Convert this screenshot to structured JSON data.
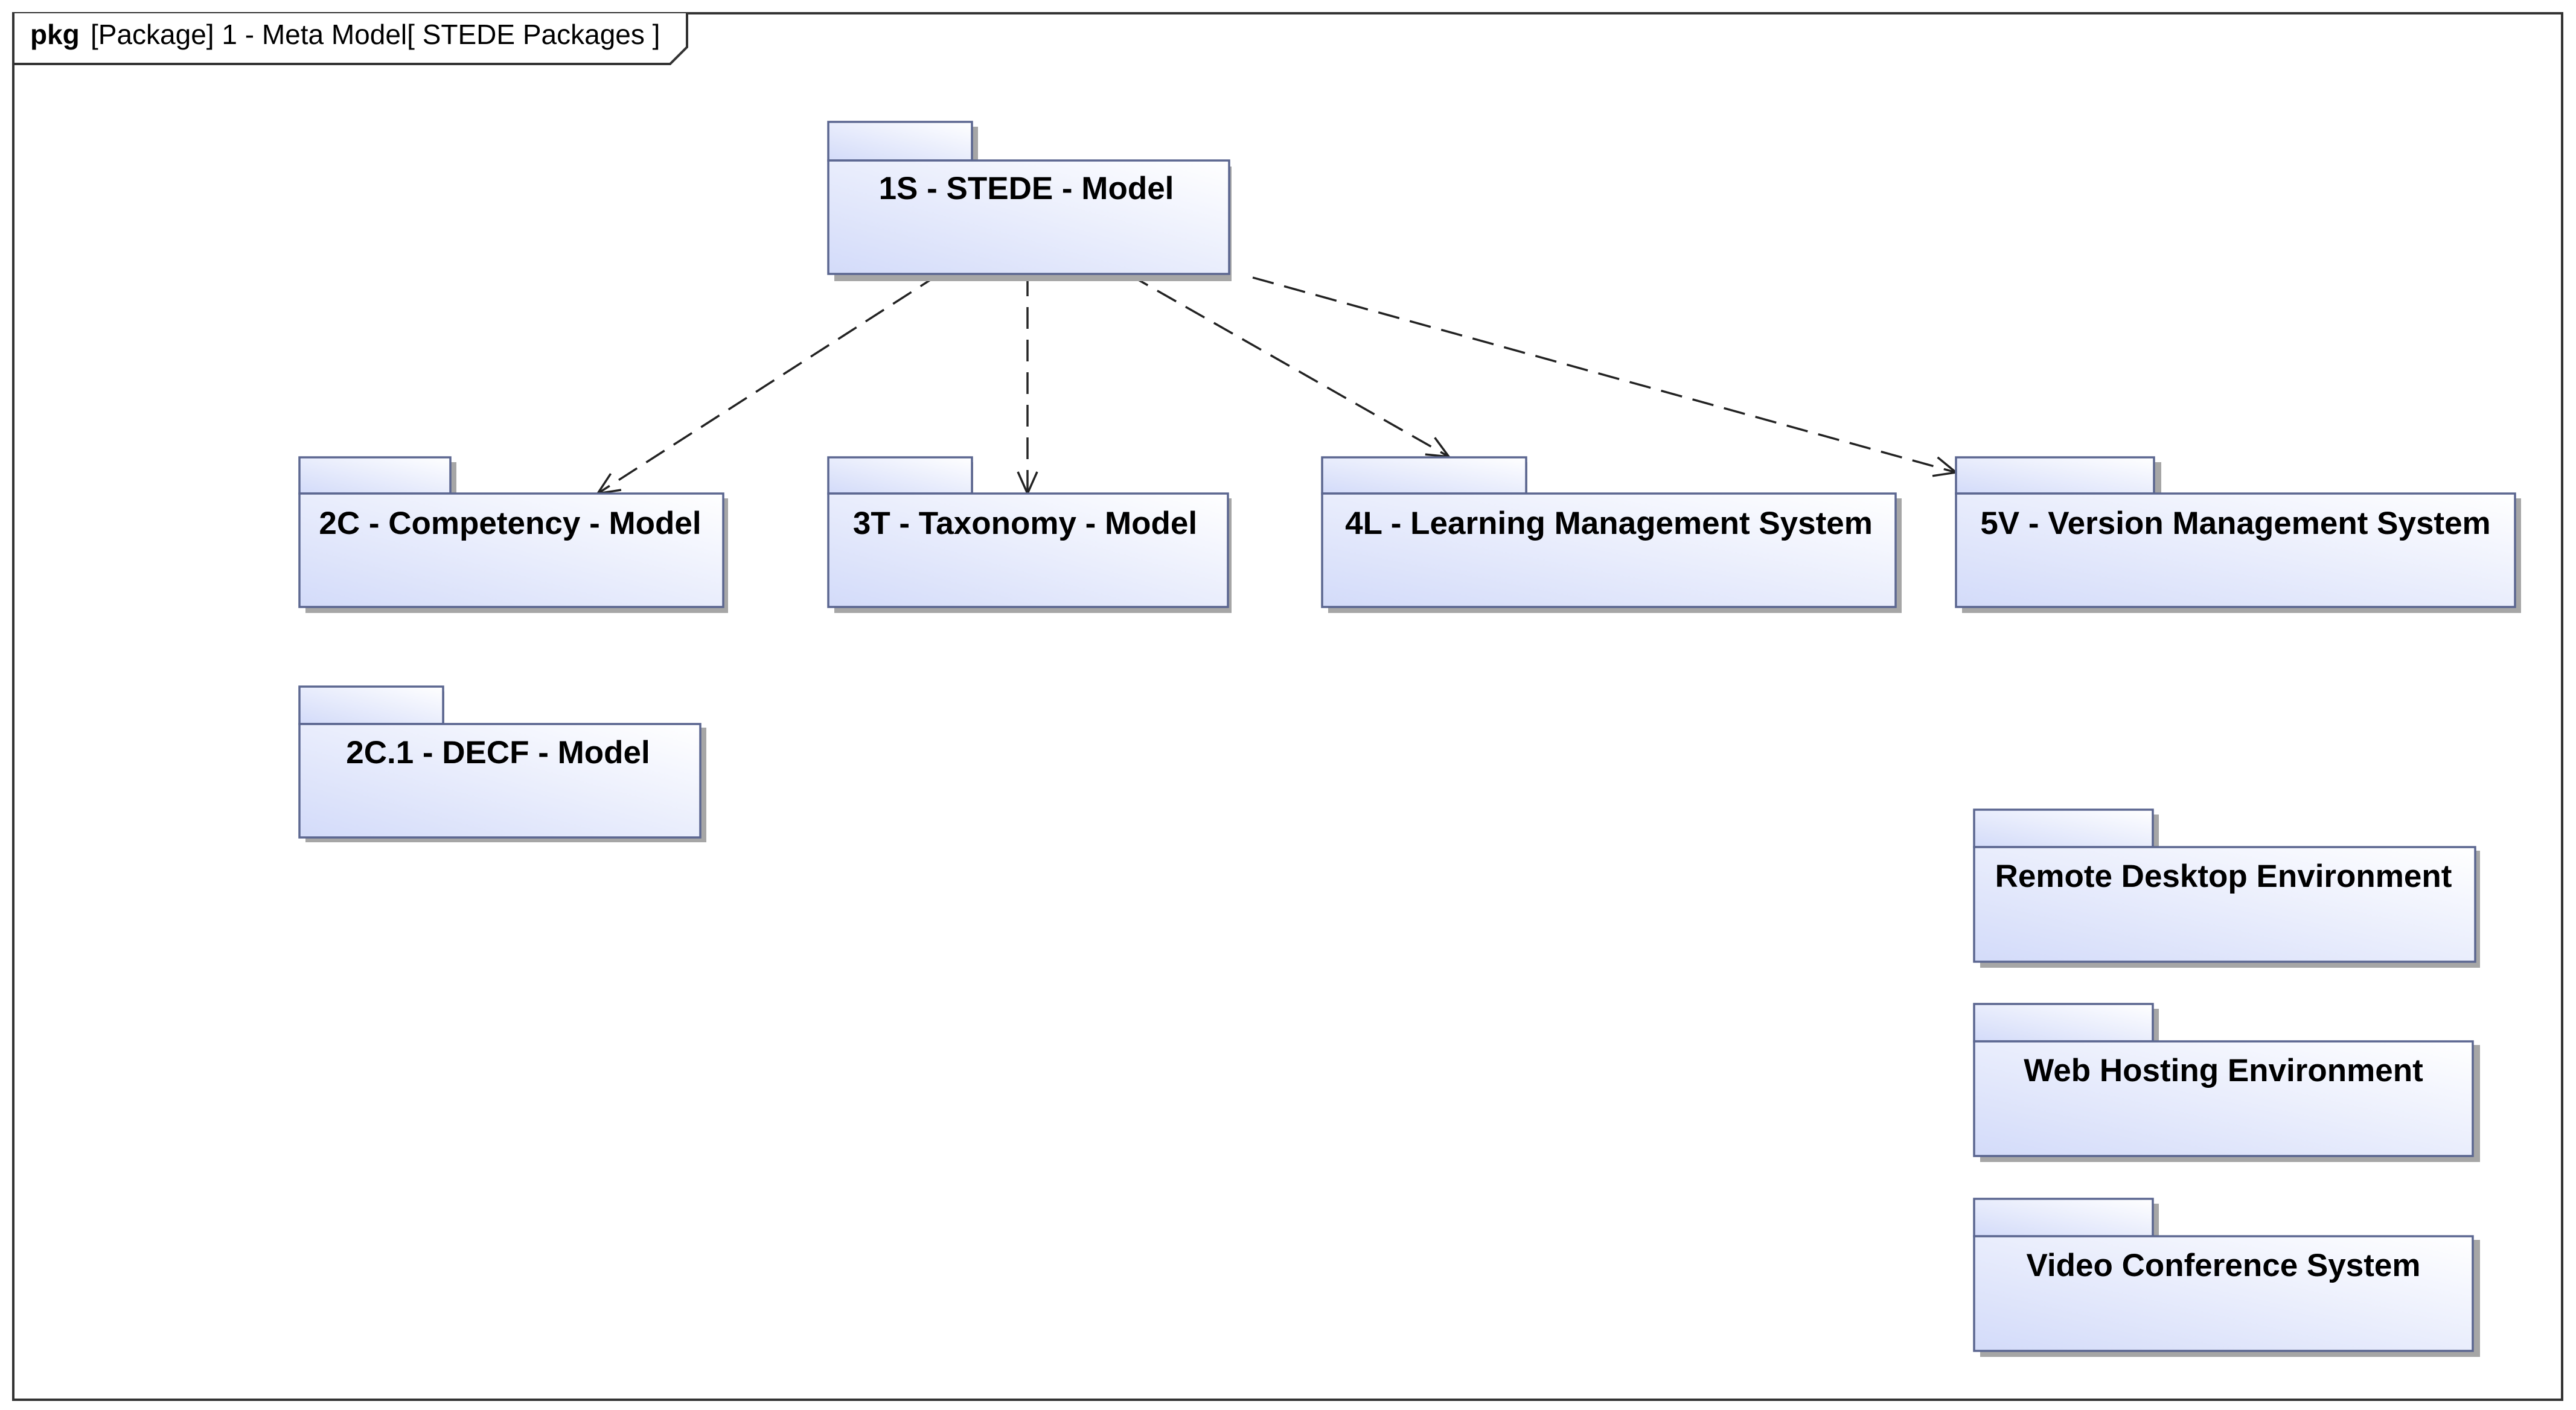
{
  "frame": {
    "kind": "pkg",
    "title": "[Package] 1 - Meta Model[ STEDE Packages ]"
  },
  "colors": {
    "package_fill_start": "#d3dbf9",
    "package_fill_end": "#ffffff",
    "package_border": "#5b6690",
    "shadow": "#a6a6a6",
    "dependency_line": "#222222",
    "frame_border": "#333333"
  },
  "packages": {
    "stede": "1S - STEDE - Model",
    "competency": "2C - Competency - Model",
    "taxonomy": "3T -  Taxonomy - Model",
    "lms": "4L - Learning Management System",
    "vms": "5V - Version Management System",
    "decf": "2C.1 - DECF - Model",
    "remote_desktop": "Remote Desktop Environment",
    "web_hosting": "Web Hosting Environment",
    "video_conference": "Video Conference System"
  },
  "dependencies": [
    {
      "from": "stede",
      "to": "competency",
      "style": "dashed-open-arrow"
    },
    {
      "from": "stede",
      "to": "taxonomy",
      "style": "dashed-open-arrow"
    },
    {
      "from": "stede",
      "to": "lms",
      "style": "dashed-open-arrow"
    },
    {
      "from": "stede",
      "to": "vms",
      "style": "dashed-open-arrow"
    }
  ]
}
